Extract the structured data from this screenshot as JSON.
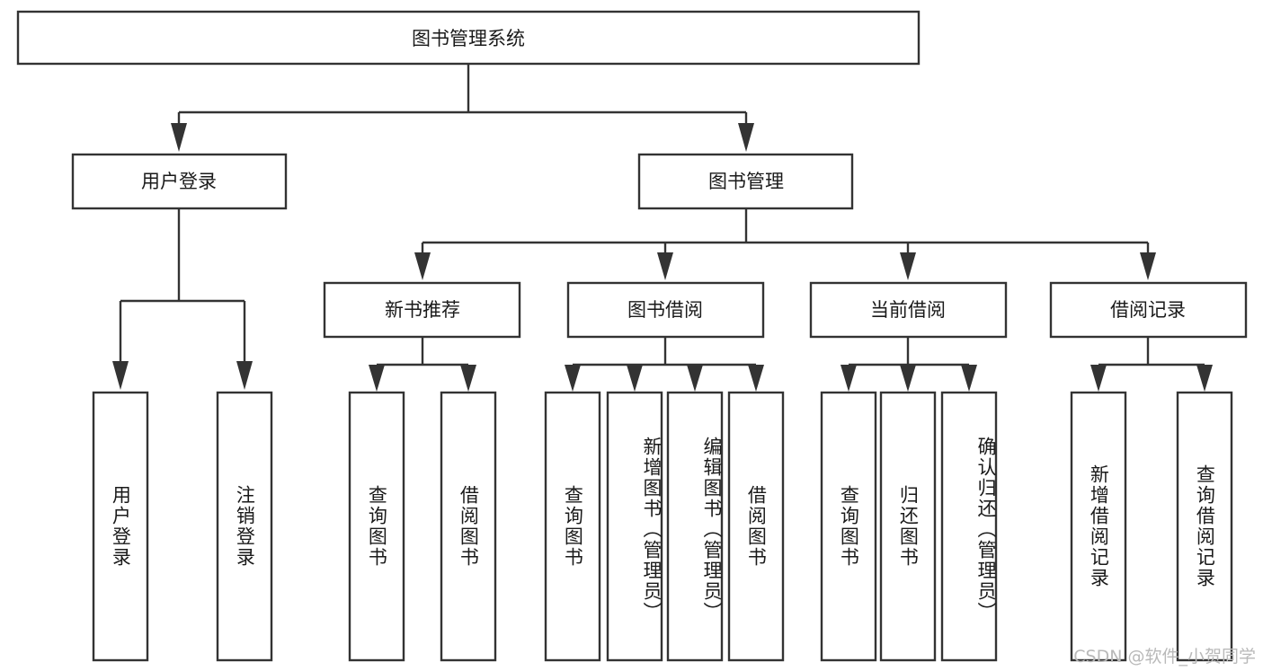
{
  "diagram": {
    "title": "图书管理系统",
    "watermark": "CSDN @软件_小贺同学",
    "colors": {
      "stroke": "#333333",
      "box_fill": "#ffffff",
      "text": "#1a1a1a",
      "watermark": "#b9b9b9",
      "background": "#ffffff"
    },
    "root": {
      "label": "图书管理系统",
      "orientation": "horizontal"
    },
    "level2": [
      {
        "label": "用户登录",
        "orientation": "horizontal"
      },
      {
        "label": "图书管理",
        "orientation": "horizontal"
      }
    ],
    "level3": [
      {
        "label": "新书推荐",
        "orientation": "horizontal",
        "parent": "图书管理"
      },
      {
        "label": "图书借阅",
        "orientation": "horizontal",
        "parent": "图书管理"
      },
      {
        "label": "当前借阅",
        "orientation": "horizontal",
        "parent": "图书管理"
      },
      {
        "label": "借阅记录",
        "orientation": "horizontal",
        "parent": "图书管理"
      }
    ],
    "leaves": [
      {
        "label": "用户登录",
        "orientation": "vertical",
        "parent": "用户登录",
        "align": "center"
      },
      {
        "label": "注销登录",
        "orientation": "vertical",
        "parent": "用户登录",
        "align": "center"
      },
      {
        "label": "查询图书",
        "orientation": "vertical",
        "parent": "新书推荐",
        "align": "center"
      },
      {
        "label": "借阅图书",
        "orientation": "vertical",
        "parent": "新书推荐",
        "align": "center"
      },
      {
        "label": "查询图书",
        "orientation": "vertical",
        "parent": "图书借阅",
        "align": "center"
      },
      {
        "label": "新增图书（管理员）",
        "orientation": "vertical",
        "parent": "图书借阅",
        "align": "top"
      },
      {
        "label": "编辑图书（管理员）",
        "orientation": "vertical",
        "parent": "图书借阅",
        "align": "top"
      },
      {
        "label": "借阅图书",
        "orientation": "vertical",
        "parent": "图书借阅",
        "align": "center"
      },
      {
        "label": "查询图书",
        "orientation": "vertical",
        "parent": "当前借阅",
        "align": "center"
      },
      {
        "label": "归还图书",
        "orientation": "vertical",
        "parent": "当前借阅",
        "align": "center"
      },
      {
        "label": "确认归还（管理员）",
        "orientation": "vertical",
        "parent": "当前借阅",
        "align": "top"
      },
      {
        "label": "新增借阅记录",
        "orientation": "vertical",
        "parent": "借阅记录",
        "align": "center"
      },
      {
        "label": "查询借阅记录",
        "orientation": "vertical",
        "parent": "借阅记录",
        "align": "center"
      }
    ]
  }
}
